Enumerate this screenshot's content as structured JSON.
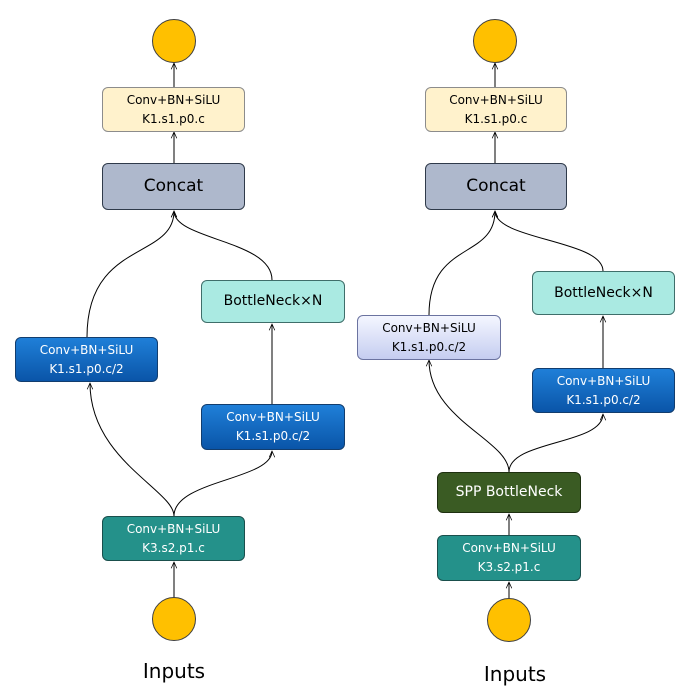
{
  "left": {
    "conv_top": {
      "line1": "Conv+BN+SiLU",
      "line2": "K1.s1.p0.c"
    },
    "concat": "Concat",
    "bottleneck": "BottleNeck×N",
    "conv_left": {
      "line1": "Conv+BN+SiLU",
      "line2": "K1.s1.p0.c/2"
    },
    "conv_right": {
      "line1": "Conv+BN+SiLU",
      "line2": "K1.s1.p0.c/2"
    },
    "conv_bottom": {
      "line1": "Conv+BN+SiLU",
      "line2": "K3.s2.p1.c"
    },
    "inputs_label": "Inputs"
  },
  "right": {
    "conv_top": {
      "line1": "Conv+BN+SiLU",
      "line2": "K1.s1.p0.c"
    },
    "concat": "Concat",
    "bottleneck": "BottleNeck×N",
    "conv_left": {
      "line1": "Conv+BN+SiLU",
      "line2": "K1.s1.p0.c/2"
    },
    "conv_right": {
      "line1": "Conv+BN+SiLU",
      "line2": "K1.s1.p0.c/2"
    },
    "spp": "SPP BottleNeck",
    "conv_bottom": {
      "line1": "Conv+BN+SiLU",
      "line2": "K3.s2.p1.c"
    },
    "inputs_label": "Inputs"
  },
  "colors": {
    "circle": "#ffc000",
    "cream": "#fff2cc",
    "concat": "#aeb8cc",
    "blue": "#0a63c2",
    "teal": "#24918a",
    "aqua": "#aaeae2",
    "lavender": "#c5cdf0",
    "olive": "#3a5b23"
  }
}
